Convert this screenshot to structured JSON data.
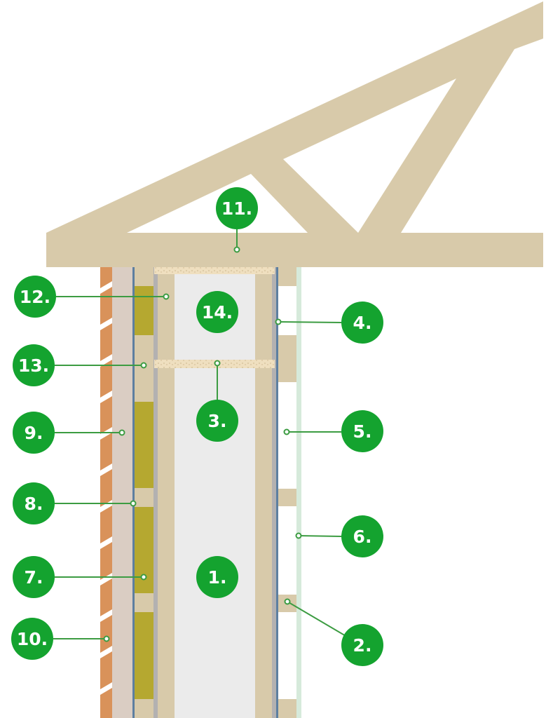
{
  "diagram": {
    "labels": [
      "1.",
      "2.",
      "3.",
      "4.",
      "5.",
      "6.",
      "7.",
      "8.",
      "9.",
      "10.",
      "11.",
      "12.",
      "13.",
      "14."
    ]
  },
  "colors": {
    "timber": "#d8caaa",
    "label_green": "#14a32f",
    "leader_green": "#3c9c42",
    "cladding": "#d9925a",
    "render_board": "#dacdc3",
    "membrane_blue": "#5d7fa0",
    "insulation_yellow": "#b5a830",
    "vapour_gray": "#b3b1b1",
    "cavity_gray": "#ebebeb",
    "plasterboard_green": "#d6eadb",
    "osb": "#efdfbf"
  }
}
